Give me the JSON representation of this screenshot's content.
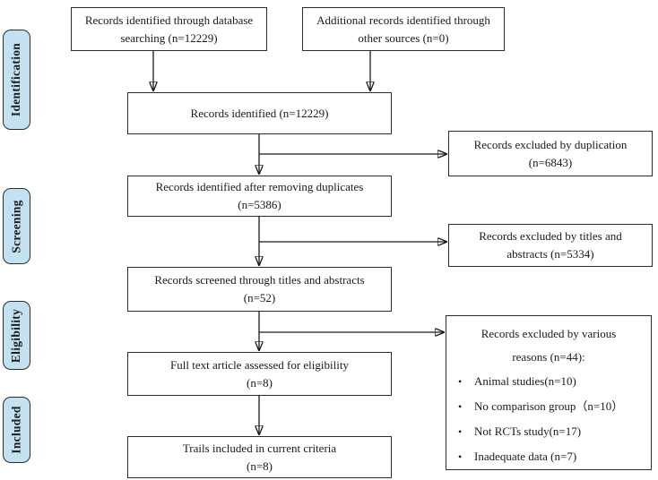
{
  "figure": {
    "background": "#ffffff",
    "stage_fill": "#c3e1f1",
    "border_color": "#2b2b2b",
    "line_color": "#1a1a1a"
  },
  "glyphs": {
    "bullet": "•"
  },
  "stages": [
    {
      "label": "Identification"
    },
    {
      "label": "Screening"
    },
    {
      "label": "Eligibility"
    },
    {
      "label": "Included"
    }
  ],
  "boxes": {
    "database": {
      "lines": [
        "Records identified through database",
        "searching (n=12229)"
      ]
    },
    "other_sources": {
      "lines": [
        "Additional records identified through",
        "other sources (n=0)"
      ]
    },
    "identified": {
      "lines": [
        "Records identified  (n=12229)"
      ]
    },
    "deduplicated": {
      "lines": [
        "Records identified after removing duplicates",
        "(n=5386)"
      ]
    },
    "screened": {
      "lines": [
        "Records screened through titles and abstracts",
        "(n=52)"
      ]
    },
    "fulltext": {
      "lines": [
        "Full text article assessed for eligibility",
        "(n=8)"
      ]
    },
    "included_trials": {
      "lines": [
        "Trails included in current criteria",
        "(n=8)"
      ]
    },
    "excluded_duplication": {
      "lines": [
        "Records excluded by duplication",
        "(n=6843)"
      ]
    },
    "excluded_titles": {
      "lines": [
        "Records excluded by titles and",
        "abstracts  (n=5334)"
      ]
    },
    "excluded_various": {
      "header_lines": [
        "Records excluded by various",
        "reasons (n=44):"
      ],
      "bullets": [
        "Animal studies(n=10)",
        "No comparison group（n=10）",
        "Not RCTs study(n=17)",
        "Inadequate data (n=7)"
      ]
    }
  }
}
